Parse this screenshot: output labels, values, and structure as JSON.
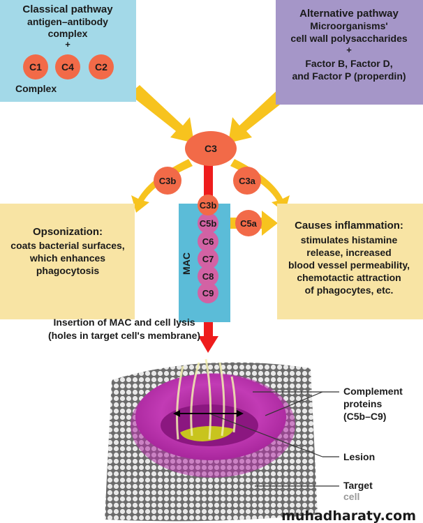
{
  "classical": {
    "title": "Classical pathway",
    "line1": "antigen–antibody",
    "line2": "complex",
    "plus": "+",
    "components": [
      "C1",
      "C4",
      "C2"
    ],
    "complex_label": "Complex"
  },
  "alternative": {
    "title": "Alternative pathway",
    "line1": "Microorganisms'",
    "line2": "cell wall polysaccharides",
    "plus": "+",
    "line3": "Factor B, Factor D,",
    "line4": "and Factor P (properdin)"
  },
  "center": {
    "c3": "C3",
    "c3b": "C3b",
    "c3a": "C3a",
    "c5a": "C5a",
    "mac_label": "MAC",
    "mac_components": [
      "C3b",
      "C5b",
      "C6",
      "C7",
      "C8",
      "C9"
    ]
  },
  "opsonization": {
    "title": "Opsonization:",
    "lines": [
      "coats bacterial surfaces,",
      "which enhances",
      "phagocytosis"
    ]
  },
  "inflammation": {
    "title": "Causes inflammation:",
    "lines": [
      "stimulates histamine",
      "release, increased",
      "blood vessel permeability,",
      "chemotactic attraction",
      "of phagocytes, etc."
    ]
  },
  "lysis": {
    "line1": "Insertion of MAC and cell lysis",
    "line2": "(holes in target cell's membrane)"
  },
  "membrane_labels": {
    "complement1": "Complement",
    "complement2": "proteins",
    "complement3": "(C5b–C9)",
    "lesion": "Lesion",
    "target1": "Target",
    "target2": "cell"
  },
  "watermark": "muhadharaty.com",
  "colors": {
    "classical_box": "#a3d9e8",
    "alternative_box": "#a596c8",
    "effect_box": "#f8e4a4",
    "orange_circle": "#f26a48",
    "mac_circle": "#d262a4",
    "red_arrow": "#ee1c1c",
    "yellow_arrow": "#f7c31e"
  }
}
